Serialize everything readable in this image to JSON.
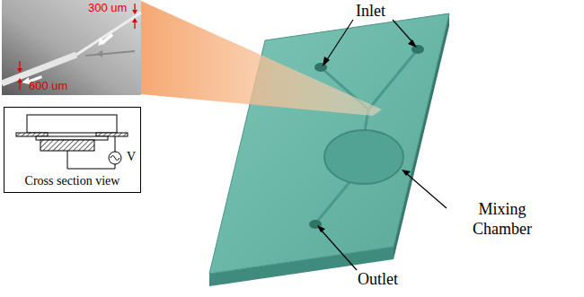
{
  "diagram": {
    "nodes": [
      {
        "text": [
          "Cross section view"
        ]
      }
    ],
    "labels": [
      "300 um",
      "600 um",
      "Inlet",
      "Mixing Chamber",
      "Outlet",
      "V"
    ]
  }
}
